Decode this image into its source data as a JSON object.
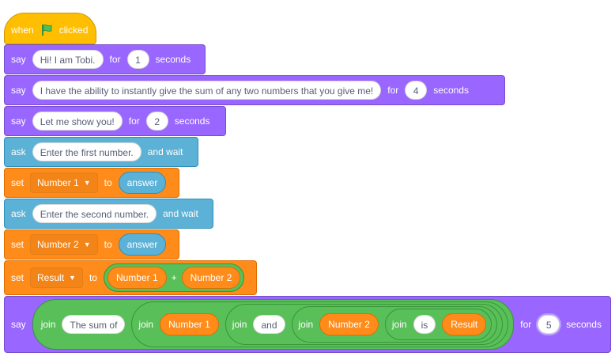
{
  "hat": {
    "when": "when",
    "flag_icon": "green-flag-icon",
    "clicked": "clicked"
  },
  "blocks": [
    {
      "kw": "say",
      "text": "Hi! I am Tobi.",
      "for": "for",
      "num": "1",
      "unit": "seconds"
    },
    {
      "kw": "say",
      "text": "I have the ability to instantly give the sum of any two numbers that you give me!",
      "for": "for",
      "num": "4",
      "unit": "seconds"
    },
    {
      "kw": "say",
      "text": "Let me show you!",
      "for": "for",
      "num": "2",
      "unit": "seconds"
    },
    {
      "kw": "ask",
      "text": "Enter the first number.",
      "wait": "and wait"
    },
    {
      "kw": "set",
      "var": "Number 1",
      "to": "to",
      "value": "answer"
    },
    {
      "kw": "ask",
      "text": "Enter the second number.",
      "wait": "and wait"
    },
    {
      "kw": "set",
      "var": "Number 2",
      "to": "to",
      "value": "answer"
    },
    {
      "kw": "set",
      "var": "Result",
      "to": "to",
      "left": "Number 1",
      "op": "+",
      "right": "Number 2"
    },
    {
      "kw": "say",
      "join_kw": "join",
      "t1": "The sum of",
      "v1": "Number 1",
      "t2": "and",
      "v2": "Number 2",
      "t3": "is",
      "v3": "Result",
      "for": "for",
      "num": "5",
      "unit": "seconds"
    }
  ],
  "colors": {
    "looks": "#9966ff",
    "sensing": "#5cb1d6",
    "variables": "#ff8c1a",
    "events": "#ffbf00",
    "operators": "#59c059"
  }
}
